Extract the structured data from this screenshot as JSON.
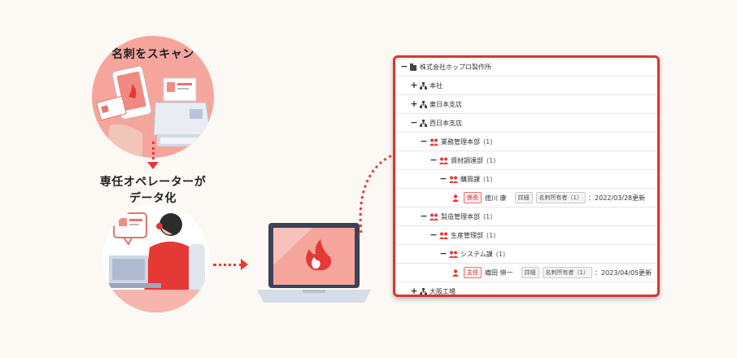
{
  "steps": {
    "scan_label": "名刺をスキャン",
    "operator_label": "専任オペレーターが\nデータ化"
  },
  "tree": [
    {
      "toggle": "−",
      "icon": "building-icon",
      "label": "株式会社ホップロ製作所",
      "count": ""
    },
    {
      "toggle": "+",
      "icon": "org-icon",
      "label": "本社",
      "count": ""
    },
    {
      "toggle": "+",
      "icon": "org-icon",
      "label": "東日本支店",
      "count": ""
    },
    {
      "toggle": "−",
      "icon": "org-icon",
      "label": "西日本支店",
      "count": ""
    },
    {
      "toggle": "−",
      "icon": "group-icon",
      "label": "業務管理本部",
      "count": "(1)"
    },
    {
      "toggle": "−",
      "icon": "group-icon",
      "label": "資材調達部",
      "count": "(1)"
    },
    {
      "toggle": "−",
      "icon": "group-icon",
      "label": "購買課",
      "count": "(1)"
    },
    {
      "toggle": "",
      "icon": "person-icon",
      "role": "係長",
      "name": "徳川 康",
      "detail": "詳細",
      "has_card": "名刺所有者（1）",
      "date": "：2022/03/28更新"
    },
    {
      "toggle": "−",
      "icon": "group-icon",
      "label": "製造管理本部",
      "count": "(1)"
    },
    {
      "toggle": "−",
      "icon": "group-icon",
      "label": "生産管理部",
      "count": "(1)"
    },
    {
      "toggle": "−",
      "icon": "group-icon",
      "label": "システム課",
      "count": "(1)"
    },
    {
      "toggle": "",
      "icon": "person-icon",
      "role": "主任",
      "name": "織田 伸一",
      "detail": "詳細",
      "has_card": "名刺所有者（1）",
      "date": "：2023/04/05更新"
    },
    {
      "toggle": "+",
      "icon": "org-icon",
      "label": "大阪工場",
      "count": ""
    }
  ],
  "colors": {
    "accent": "#e1332f",
    "soft": "#f7a7a0"
  }
}
